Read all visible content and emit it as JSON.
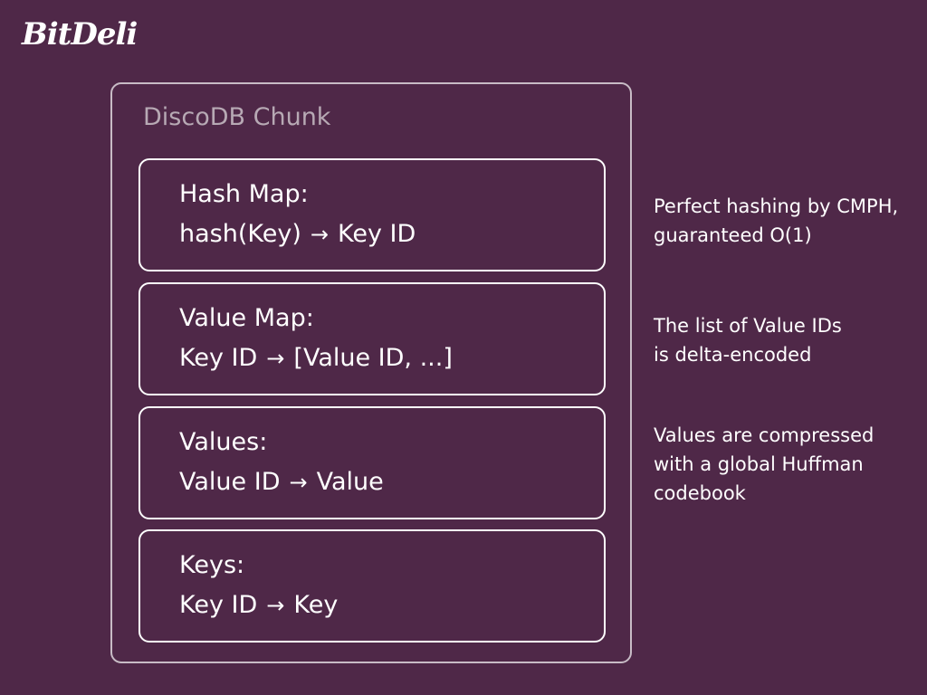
{
  "logo": {
    "text": "BitDeli"
  },
  "chunk": {
    "title": "DiscoDB Chunk"
  },
  "boxes": [
    {
      "title": "Hash Map:",
      "from": "hash(Key)",
      "arrow": "→",
      "to": "Key ID"
    },
    {
      "title": "Value Map:",
      "from": "Key ID",
      "arrow": "→",
      "to": "[Value ID, ...]"
    },
    {
      "title": "Values:",
      "from": "Value ID",
      "arrow": "→",
      "to": "Value"
    },
    {
      "title": "Keys:",
      "from": "Key ID",
      "arrow": "→",
      "to": "Key"
    }
  ],
  "notes": [
    {
      "line1": "Perfect hashing by CMPH,",
      "line2": "guaranteed O(1)"
    },
    {
      "line1": "The list of Value IDs",
      "line2": "is delta-encoded"
    },
    {
      "line1": "Values are compressed",
      "line2": "with a global Huffman",
      "line3": "codebook"
    }
  ],
  "colors": {
    "background": "#4f2848",
    "chunk_border": "#c8bcc6",
    "chunk_title": "#b7a9b4",
    "text": "#ffffff"
  }
}
